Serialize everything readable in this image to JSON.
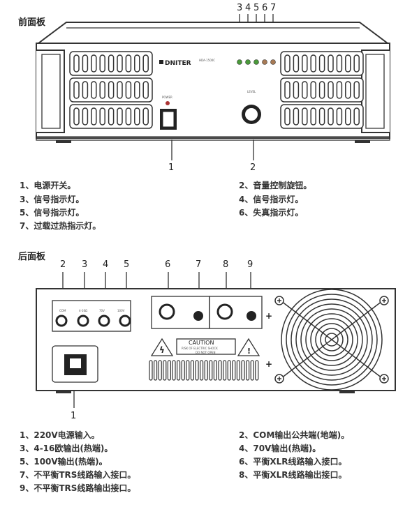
{
  "front": {
    "title": "前面板",
    "top_callouts": [
      "3",
      "4",
      "5",
      "6",
      "7"
    ],
    "bottom_callouts": [
      "1",
      "2"
    ],
    "brand": "DNITER",
    "model": "HDA-1500C",
    "power_label": "POWER",
    "level_label": "LEVEL",
    "items": [
      "1、电源开关。",
      "2、音量控制旋钮。",
      "3、信号指示灯。",
      "4、信号指示灯。",
      "5、信号指示灯。",
      "6、失真指示灯。",
      "7、过载过热指示灯。"
    ],
    "led_colors": [
      "#4a9a3a",
      "#4a9a3a",
      "#4a9a3a",
      "#a77a55",
      "#a77a55"
    ]
  },
  "rear": {
    "title": "后面板",
    "top_callouts": [
      "2",
      "3",
      "4",
      "5",
      "6",
      "7",
      "8",
      "9"
    ],
    "bottom_callout": "1",
    "output_labels": [
      "COM",
      "4-16Ω",
      "70V",
      "100V"
    ],
    "caution_title": "CAUTION",
    "caution_line1": "RISK OF ELECTRIC SHOCK",
    "caution_line2": "DO NOT OPEN",
    "items": [
      "1、220V电源输入。",
      "2、COM输出公共端(地端)。",
      "3、4-16欧输出(热端)。",
      "4、70V输出(热端)。",
      "5、100V输出(热端)。",
      "6、平衡XLR线路输入接口。",
      "7、不平衡TRS线路输入接口。",
      "8、平衡XLR线路输出接口。",
      "9、不平衡TRS线路输出接口。"
    ]
  }
}
